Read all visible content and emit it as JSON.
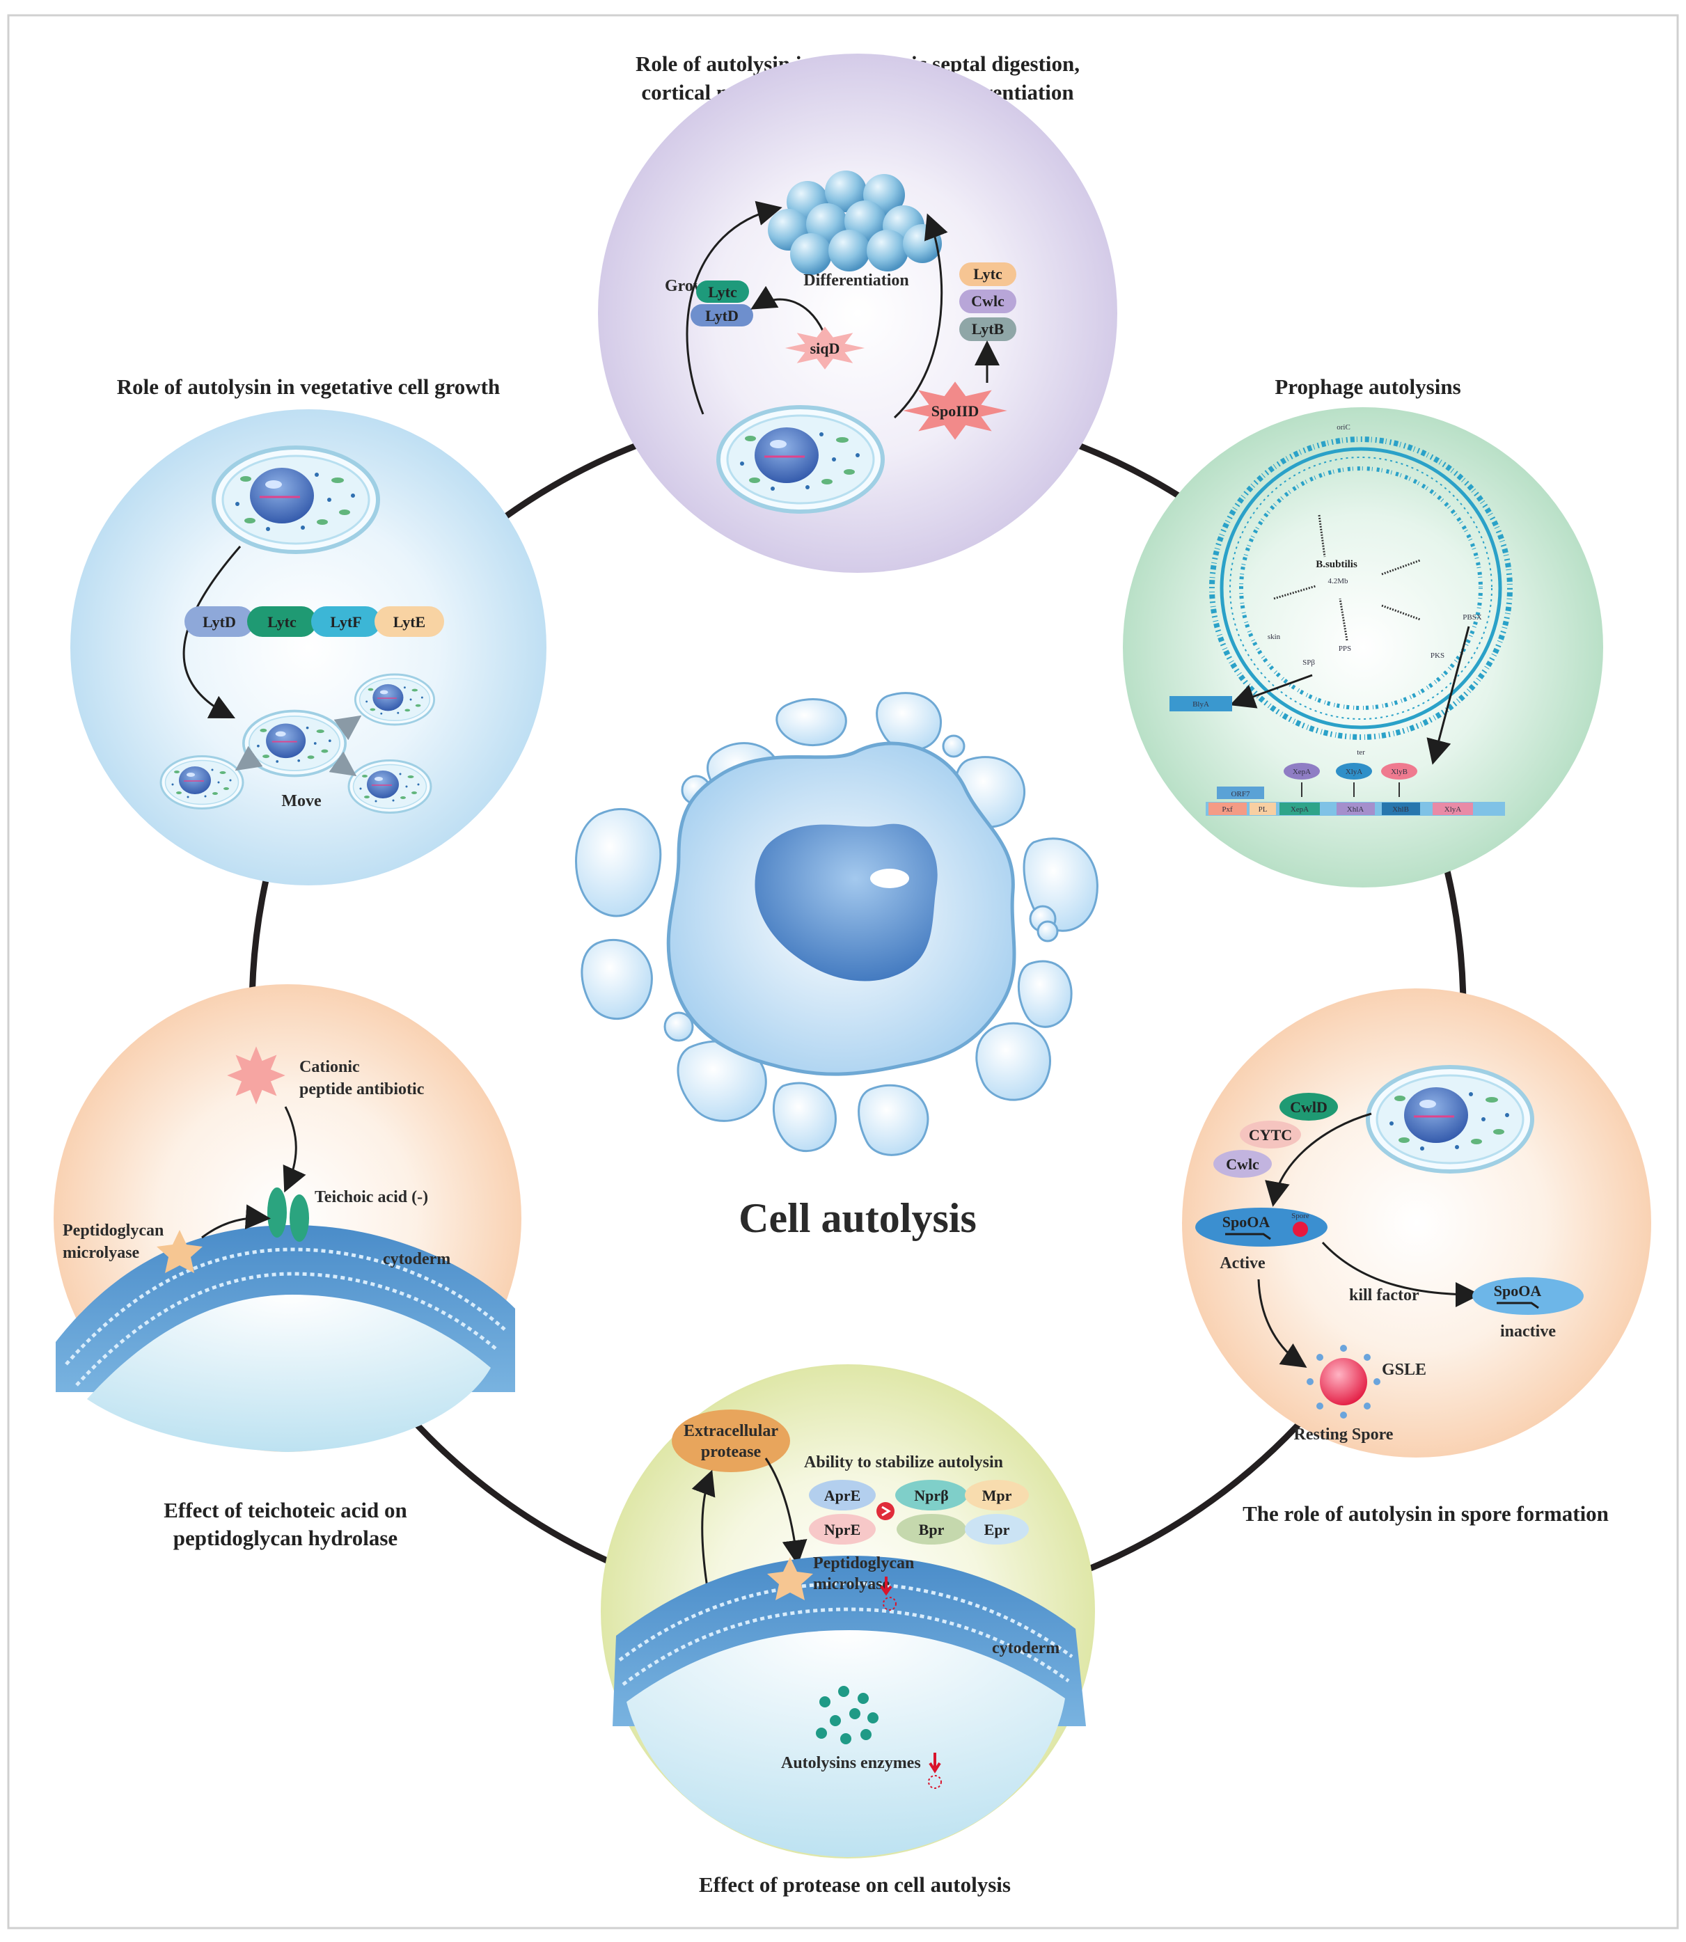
{
  "central": {
    "title": "Cell autolysis"
  },
  "panels": {
    "top": {
      "title_line1": "Role of autolysin in asymmetric septal digestion,",
      "title_line2": "cortical maturation, and related differentiation",
      "differentiation": "Differentiation",
      "grow": "Grow",
      "lytc_left": "Lytc",
      "lytd_left": "LytD",
      "siqd": "siqD",
      "lytc_right": "Lytc",
      "cwlc": "Cwlc",
      "lytb": "LytB",
      "spoiid": "SpoIID"
    },
    "vegetative": {
      "title": "Role of autolysin in vegetative cell growth",
      "lytd": "LytD",
      "lytc": "Lytc",
      "lytf": "LytF",
      "lyte": "LytE",
      "move": "Move"
    },
    "prophage": {
      "title": "Prophage autolysins",
      "genome_name": "B.subtilis",
      "genome_size": "4.2Mb",
      "oric": "oriC",
      "ter": "ter",
      "pbsx": "PBSX",
      "spbeta": "SPβ",
      "skin": "skin",
      "pks": "PKS",
      "pps": "PPS",
      "blya": "BlyA",
      "xepa_top": "XepA",
      "xlya_top": "XlyA",
      "xlyb_top": "XlyB",
      "orf7": "ORF7",
      "pxf": "Pxf",
      "pl": "PL",
      "xepa_bar": "XepA",
      "xhla": "XhlA",
      "xhlb": "XhlB",
      "xlya_bar": "XlyA"
    },
    "teichoic": {
      "title_line1": "Effect of teichoteic acid on",
      "title_line2": "peptidoglycan hydrolase",
      "cationic_line1": "Cationic",
      "cationic_line2": "peptide antibiotic",
      "teichoic": "Teichoic acid (-)",
      "pg_line1": "Peptidoglycan",
      "pg_line2": "microlyase",
      "cytoderm": "cytoderm"
    },
    "protease": {
      "title": "Effect of protease on cell autolysis",
      "extracellular_line1": "Extracellular",
      "extracellular_line2": "protease",
      "ability": "Ability to stabilize autolysin",
      "apre": "AprE",
      "npre": "NprE",
      "nprb": "Nprβ",
      "mpr": "Mpr",
      "bpr": "Bpr",
      "epr": "Epr",
      "pg_line1": "Peptidoglycan",
      "pg_line2": "microlyase",
      "cytoderm": "cytoderm",
      "autolysins": "Autolysins enzymes"
    },
    "spore": {
      "title": "The role of autolysin in spore formation",
      "cwld": "CwlD",
      "cytc": "CYTC",
      "cwlc": "Cwlc",
      "spooa_active": "SpoOA",
      "spore_tag": "Spore",
      "active": "Active",
      "kill": "kill  factor",
      "spooa_inactive": "SpoOA",
      "inactive": "inactive",
      "gsle": "GSLE",
      "resting": "Resting Spore"
    }
  },
  "colors": {
    "ring": "#231f20",
    "purple_panel": "#e6e0f1",
    "blue_panel": "#d7eaf7",
    "green_panel": "#d5eedf",
    "orange_panel": "#fde6d3",
    "yellow_panel": "#eef2c8",
    "membrane": "#5a98d1",
    "bacteria_ring": "#b4dcec"
  }
}
